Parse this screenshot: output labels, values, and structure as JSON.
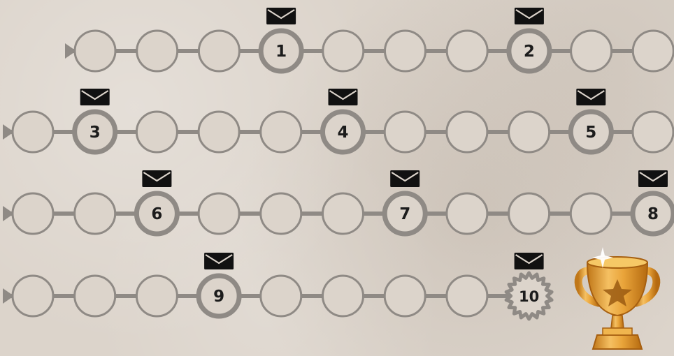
{
  "level_map": {
    "rows": [
      {
        "nodes": [
          {
            "type": "empty"
          },
          {
            "type": "empty"
          },
          {
            "type": "empty"
          },
          {
            "type": "level",
            "label": "1",
            "reward": "mail-icon"
          },
          {
            "type": "empty"
          },
          {
            "type": "empty"
          },
          {
            "type": "empty"
          },
          {
            "type": "level",
            "label": "2",
            "reward": "mail-icon"
          },
          {
            "type": "empty"
          },
          {
            "type": "empty"
          }
        ]
      },
      {
        "nodes": [
          {
            "type": "empty"
          },
          {
            "type": "level",
            "label": "3",
            "reward": "mail-icon"
          },
          {
            "type": "empty"
          },
          {
            "type": "empty"
          },
          {
            "type": "empty"
          },
          {
            "type": "level",
            "label": "4",
            "reward": "mail-icon"
          },
          {
            "type": "empty"
          },
          {
            "type": "empty"
          },
          {
            "type": "empty"
          },
          {
            "type": "level",
            "label": "5",
            "reward": "mail-icon"
          },
          {
            "type": "empty"
          }
        ]
      },
      {
        "nodes": [
          {
            "type": "empty"
          },
          {
            "type": "empty"
          },
          {
            "type": "level",
            "label": "6",
            "reward": "mail-icon"
          },
          {
            "type": "empty"
          },
          {
            "type": "empty"
          },
          {
            "type": "empty"
          },
          {
            "type": "level",
            "label": "7",
            "reward": "mail-icon"
          },
          {
            "type": "empty"
          },
          {
            "type": "empty"
          },
          {
            "type": "empty"
          },
          {
            "type": "level",
            "label": "8",
            "reward": "mail-icon"
          }
        ]
      },
      {
        "nodes": [
          {
            "type": "empty"
          },
          {
            "type": "empty"
          },
          {
            "type": "empty"
          },
          {
            "type": "level",
            "label": "9",
            "reward": "mail-icon"
          },
          {
            "type": "empty"
          },
          {
            "type": "empty"
          },
          {
            "type": "empty"
          },
          {
            "type": "empty"
          },
          {
            "type": "final",
            "label": "10",
            "reward": "mail-icon"
          }
        ]
      }
    ],
    "trophy_icon": "trophy-icon",
    "colors": {
      "path": "#8f8a85",
      "level_ring": "#8f8a85",
      "label": "#1c1c1c",
      "mail": "#111111",
      "trophy_gold": "#e9a43a",
      "trophy_dark": "#c07718",
      "trophy_star": "#9a5a12"
    }
  }
}
